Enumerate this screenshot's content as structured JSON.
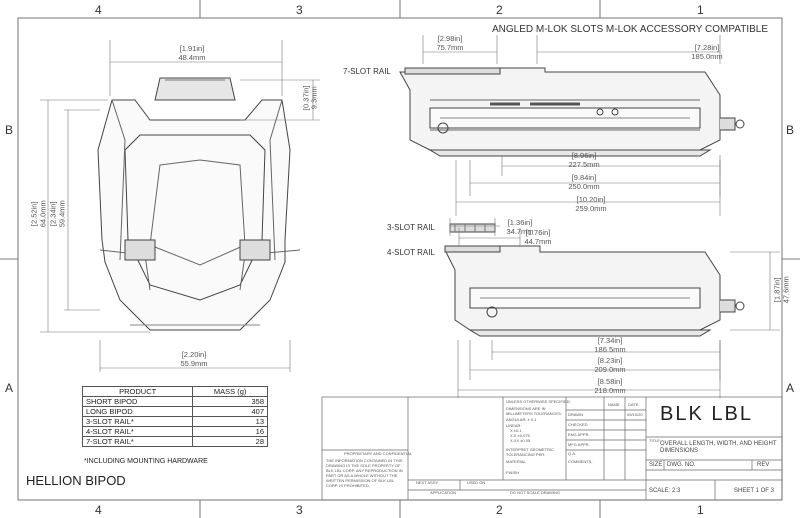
{
  "zones": {
    "cols": [
      "4",
      "3",
      "2",
      "1"
    ],
    "rows": [
      "B",
      "A"
    ]
  },
  "headline": "ANGLED M-LOK SLOTS M-LOK ACCESSORY COMPATIBLE",
  "front_dims": {
    "width": {
      "in": "[1.91in]",
      "mm": "48.4mm"
    },
    "top_height": {
      "in": "[0.37in]",
      "mm": "9.3mm"
    },
    "overall_height": {
      "in": "[2.52in]",
      "mm": "64.0mm"
    },
    "inner_height": {
      "in": "[2.34in]",
      "mm": "59.4mm"
    },
    "base_width": {
      "in": "[2.20in]",
      "mm": "55.9mm"
    }
  },
  "rails": {
    "seven": "7-SLOT RAIL",
    "three": "3-SLOT RAIL",
    "four": "4-SLOT RAIL"
  },
  "side_dims": {
    "slot_spacing": {
      "in": "[2.98in]",
      "mm": "75.7mm"
    },
    "rail_length": {
      "in": "[7.28in]",
      "mm": "185.0mm"
    },
    "length_a": {
      "in": "[8.96in]",
      "mm": "227.5mm"
    },
    "length_b": {
      "in": "[9.84in]",
      "mm": "250.0mm"
    },
    "length_c": {
      "in": "[10.20in]",
      "mm": "259.0mm"
    }
  },
  "rail_dims": {
    "three": {
      "in": "[1.36in]",
      "mm": "34.7mm"
    },
    "four": {
      "in": "[1.76in]",
      "mm": "44.7mm"
    },
    "height": {
      "in": "[1.87in]",
      "mm": "47.6mm"
    },
    "length_d": {
      "in": "[7.34in]",
      "mm": "186.5mm"
    },
    "length_e": {
      "in": "[8.23in]",
      "mm": "209.0mm"
    },
    "length_f": {
      "in": "[8.58in]",
      "mm": "218.0mm"
    }
  },
  "mass_table": {
    "headers": [
      "PRODUCT",
      "MASS (g)"
    ],
    "rows": [
      {
        "product": "SHORT BIPOD",
        "mass": "358"
      },
      {
        "product": "LONG BIPOD",
        "mass": "407"
      },
      {
        "product": "3-SLOT RAIL*",
        "mass": "13"
      },
      {
        "product": "4-SLOT RAIL*",
        "mass": "16"
      },
      {
        "product": "7-SLOT RAIL*",
        "mass": "28"
      }
    ],
    "footnote": "*INCLUDING MOUNTING HARDWARE"
  },
  "drawing_title": "HELLION BIPOD",
  "title_block": {
    "proprietary": {
      "heading": "PROPRIETARY AND CONFIDENTIAL",
      "text": "THE INFORMATION CONTAINED IN THIS DRAWING IS THE SOLE PROPERTY OF BLK LBL CORP. ANY REPRODUCTION IN PART OR AS A WHOLE WITHOUT THE WRITTEN PERMISSION OF BLK LBL CORP. IS PROHIBITED."
    },
    "next_assy": "NEXT ASSY",
    "used_on": "USED ON",
    "application": "APPLICATION",
    "do_not_scale": "DO NOT SCALE DRAWING",
    "tolerances": {
      "heading": "UNLESS OTHERWISE SPECIFIED:",
      "units": "DIMENSIONS ARE IN MILLIMETERS TOLERANCES:",
      "angular": "ANGULAR: ± 0.1",
      "linear": "LINEAR:",
      "x": "X    ±0.1",
      "xx": "X.X  ±0.075",
      "xxx": "X.XX ±0.05",
      "interpret": "INTERPRET GEOMETRIC TOLERANCING PER:",
      "material": "MATERIAL",
      "finish": "FINISH"
    },
    "material": "MATERIAL",
    "finish": "FINISH",
    "name_header": "NAME",
    "date_header": "DATE",
    "drawn": "DRAWN",
    "drawn_date": "09/10/20",
    "checked": "CHECKED",
    "eng_appr": "ENG APPR.",
    "mfg_appr": "MFG APPR.",
    "qa": "Q.A.",
    "comments": "COMMENTS:",
    "logo": "BLK LBL",
    "title_label": "TITLE:",
    "title": "OVERALL LENGTH, WIDTH, AND HEIGHT DIMENSIONS",
    "size": "SIZE",
    "dwg_no": "DWG.  NO.",
    "rev": "REV",
    "scale": "SCALE: 2:3",
    "sheet": "SHEET 1 OF 3"
  }
}
